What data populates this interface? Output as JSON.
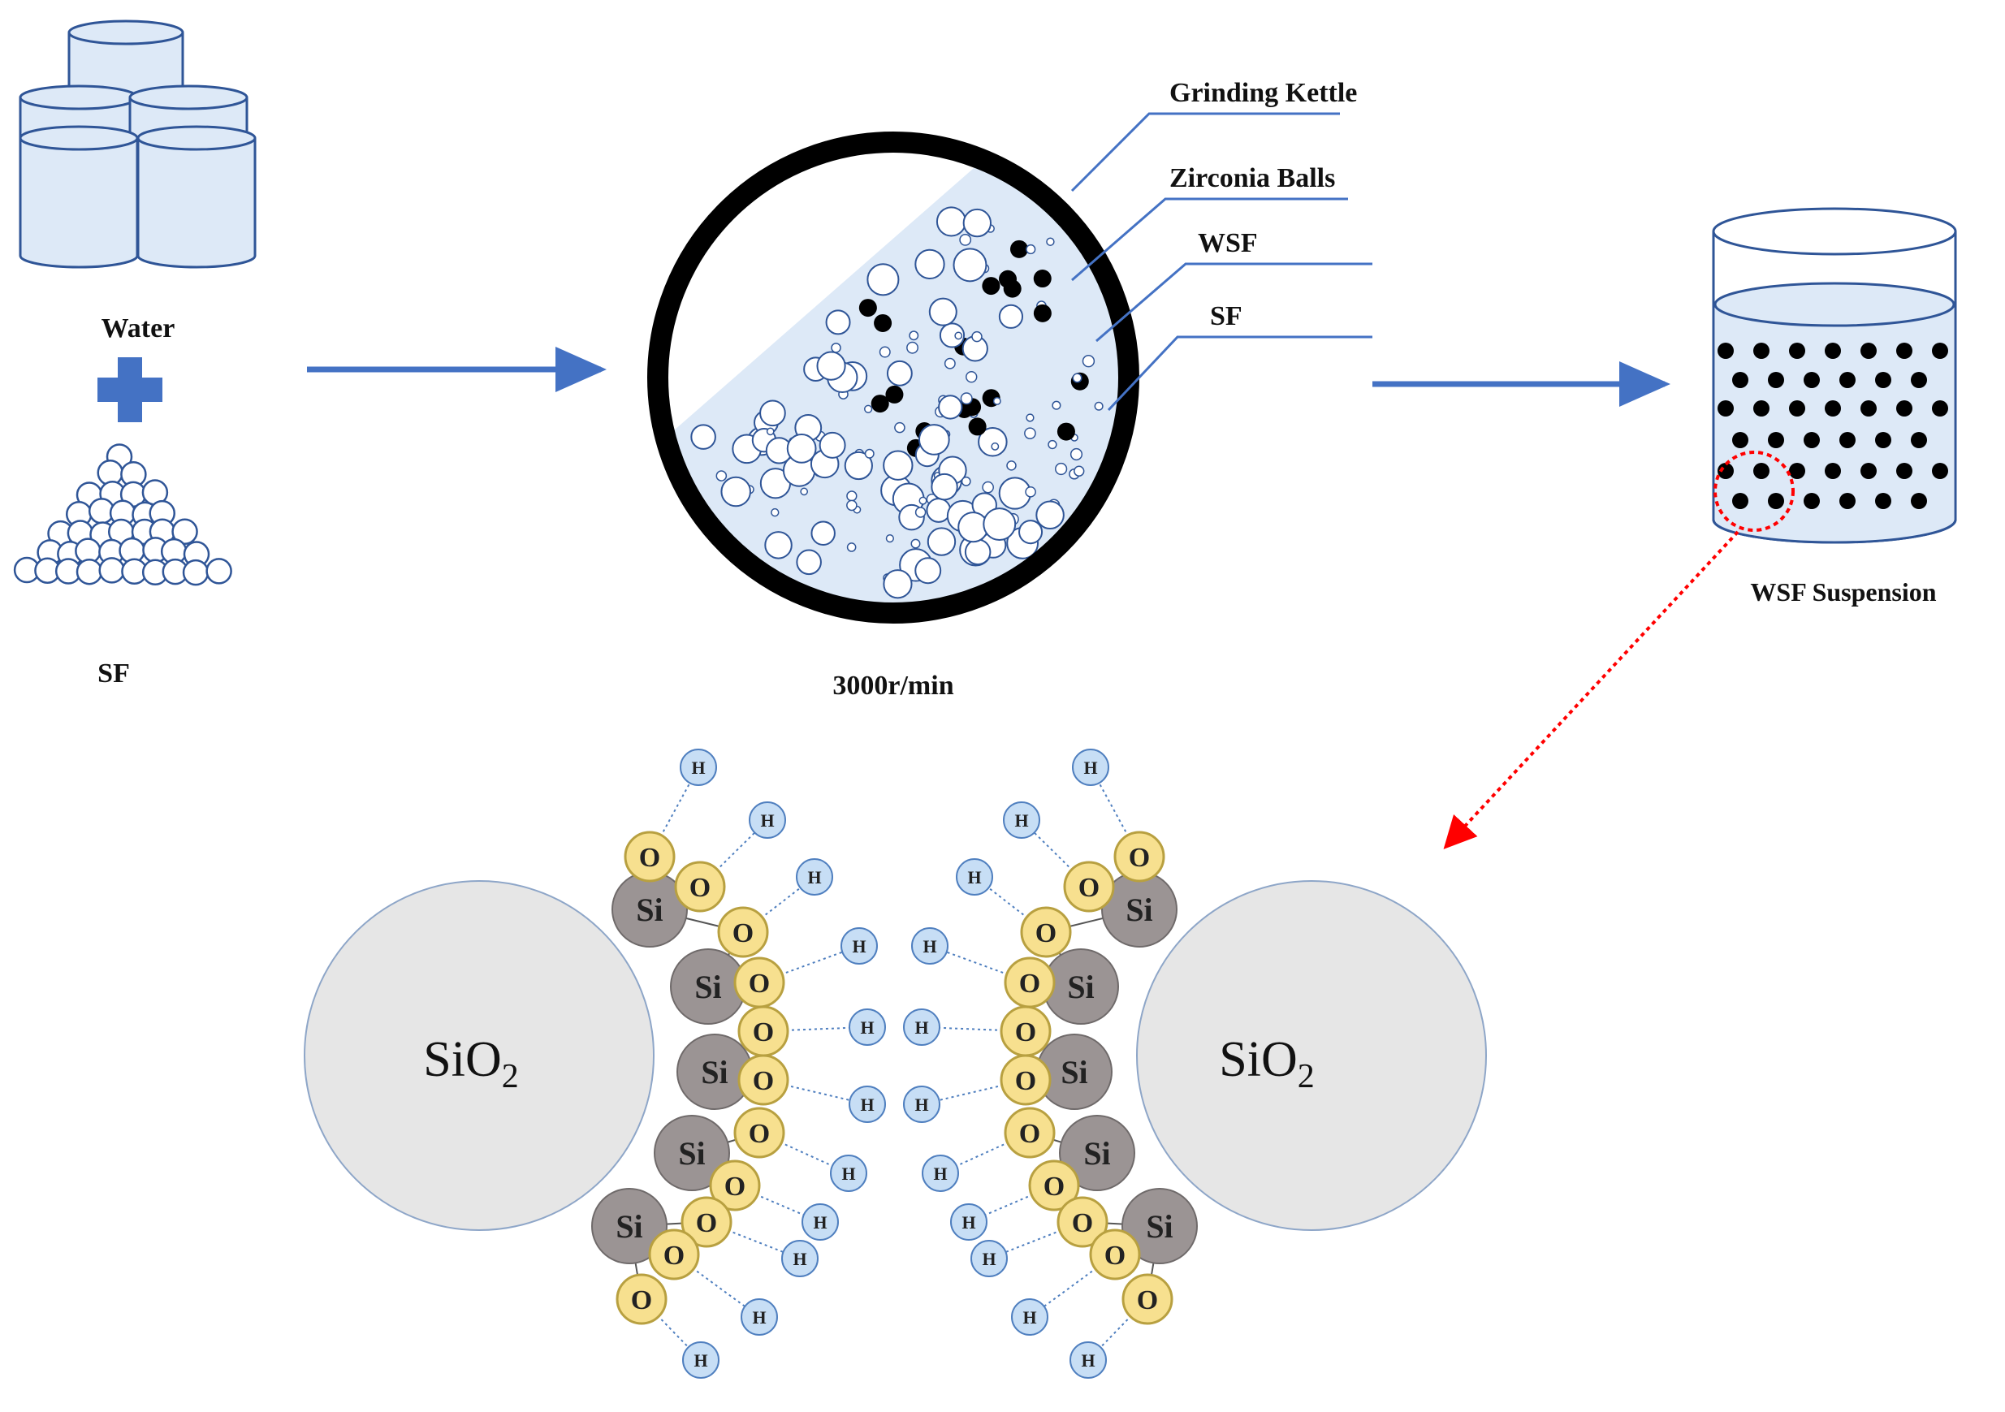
{
  "labels": {
    "water": "Water",
    "sf_left": "SF",
    "speed": "3000r/min",
    "grinding_kettle": "Grinding Kettle",
    "zirconia_balls": "Zirconia Balls",
    "wsf": "WSF",
    "sf_callout": "SF",
    "wsf_suspension": "WSF Suspension"
  },
  "molecule": {
    "particle_main": "SiO",
    "particle_sub": "2",
    "si": "Si",
    "o": "O",
    "h": "H"
  },
  "colors": {
    "arrow": "#4472c4",
    "liquid": "#dde9f7",
    "outline": "#2f5597",
    "kettle_ring": "#000000",
    "zirconia": "#000000",
    "particle": "#e6e6e6",
    "si": "#9b9494",
    "oxygen": "#f7e08f",
    "oxygen_stroke": "#b8a040",
    "hydrogen": "#c7def5",
    "hydrogen_stroke": "#4f7fbf",
    "highlight": "#ff0000"
  },
  "icons": [
    "water-container-icon",
    "plus-icon",
    "silica-fume-pile-icon",
    "grinding-kettle-icon",
    "beaker-icon"
  ]
}
